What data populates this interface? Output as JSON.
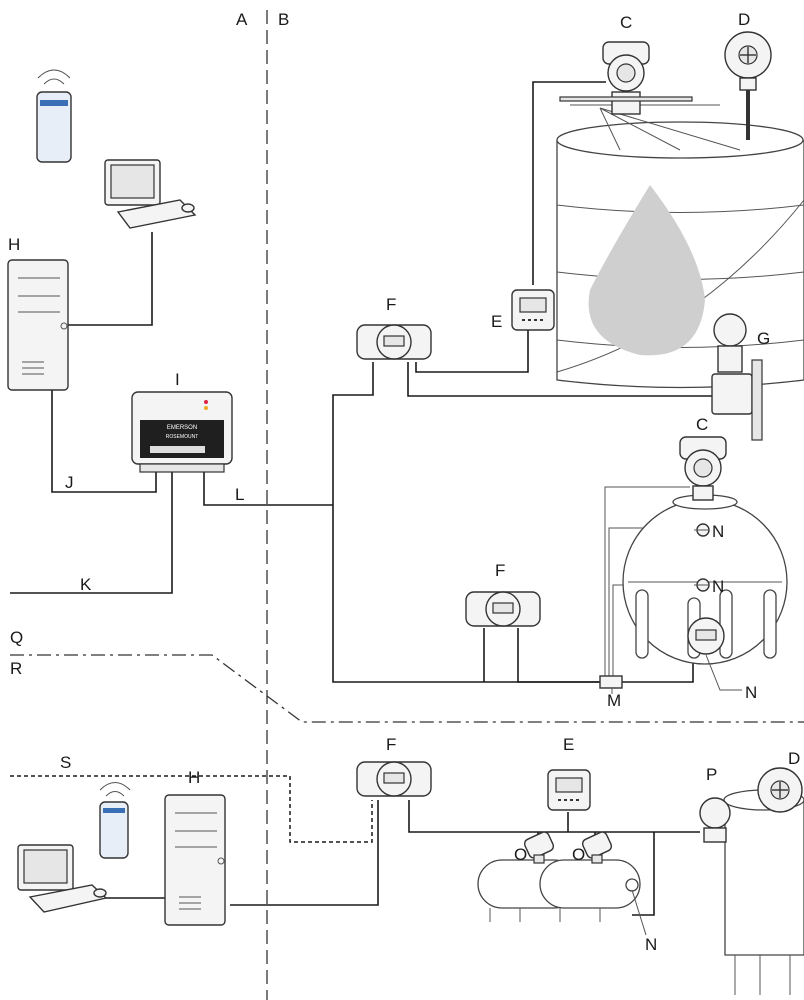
{
  "zones": {
    "a": "A",
    "b": "B",
    "q": "Q",
    "r": "R",
    "s": "S"
  },
  "labels": {
    "c_top": "C",
    "d_top": "D",
    "h_top": "H",
    "i": "I",
    "f_upper": "F",
    "e_upper": "E",
    "g": "G",
    "c_sphere": "C",
    "j": "J",
    "l": "L",
    "k": "K",
    "n_1": "N",
    "f_middle": "F",
    "n_2": "N",
    "n_3": "N",
    "m": "M",
    "f_lower": "F",
    "e_lower": "E",
    "d_lower": "D",
    "p": "P",
    "h_bottom": "H",
    "o_1": "O",
    "o_2": "O",
    "n_4": "N"
  },
  "hub": {
    "brand": "EMERSON",
    "product": "ROSEMOUNT"
  },
  "colors": {
    "wire": "#1a1a1a",
    "device": "#f4f4f4",
    "liquid": "#cfcfcf",
    "divider": "#333333"
  }
}
